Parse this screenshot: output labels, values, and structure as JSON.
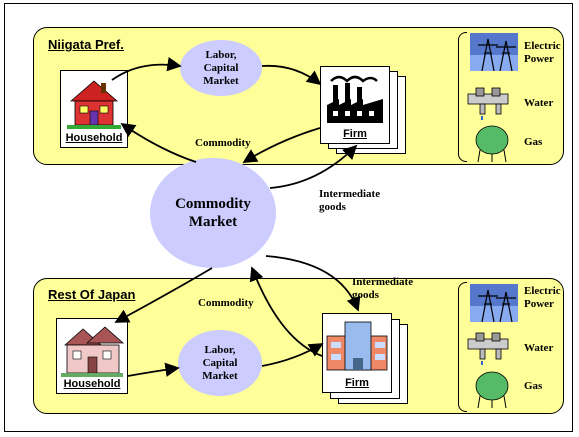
{
  "top_region": {
    "title": "Niigata Pref.",
    "labor_market": [
      "Labor,",
      "Capital",
      "Market"
    ],
    "household": "Household",
    "firm": "Firm",
    "commodity": "Commodity",
    "utilities": {
      "power": [
        "Electric",
        "Power"
      ],
      "water": "Water",
      "gas": "Gas"
    }
  },
  "center": {
    "market": [
      "Commodity",
      "Market"
    ],
    "intermediate": [
      "Intermediate",
      "goods"
    ]
  },
  "bottom_region": {
    "title": "Rest Of Japan",
    "labor_market": [
      "Labor,",
      "Capital",
      "Market"
    ],
    "household": "Household",
    "firm": "Firm",
    "commodity": "Commodity",
    "intermediate": [
      "Intermediate",
      "goods"
    ],
    "utilities": {
      "power": [
        "Electric",
        "Power"
      ],
      "water": "Water",
      "gas": "Gas"
    }
  },
  "colors": {
    "region_fill": "#ffff99",
    "ellipse_fill": "#ccccff"
  }
}
